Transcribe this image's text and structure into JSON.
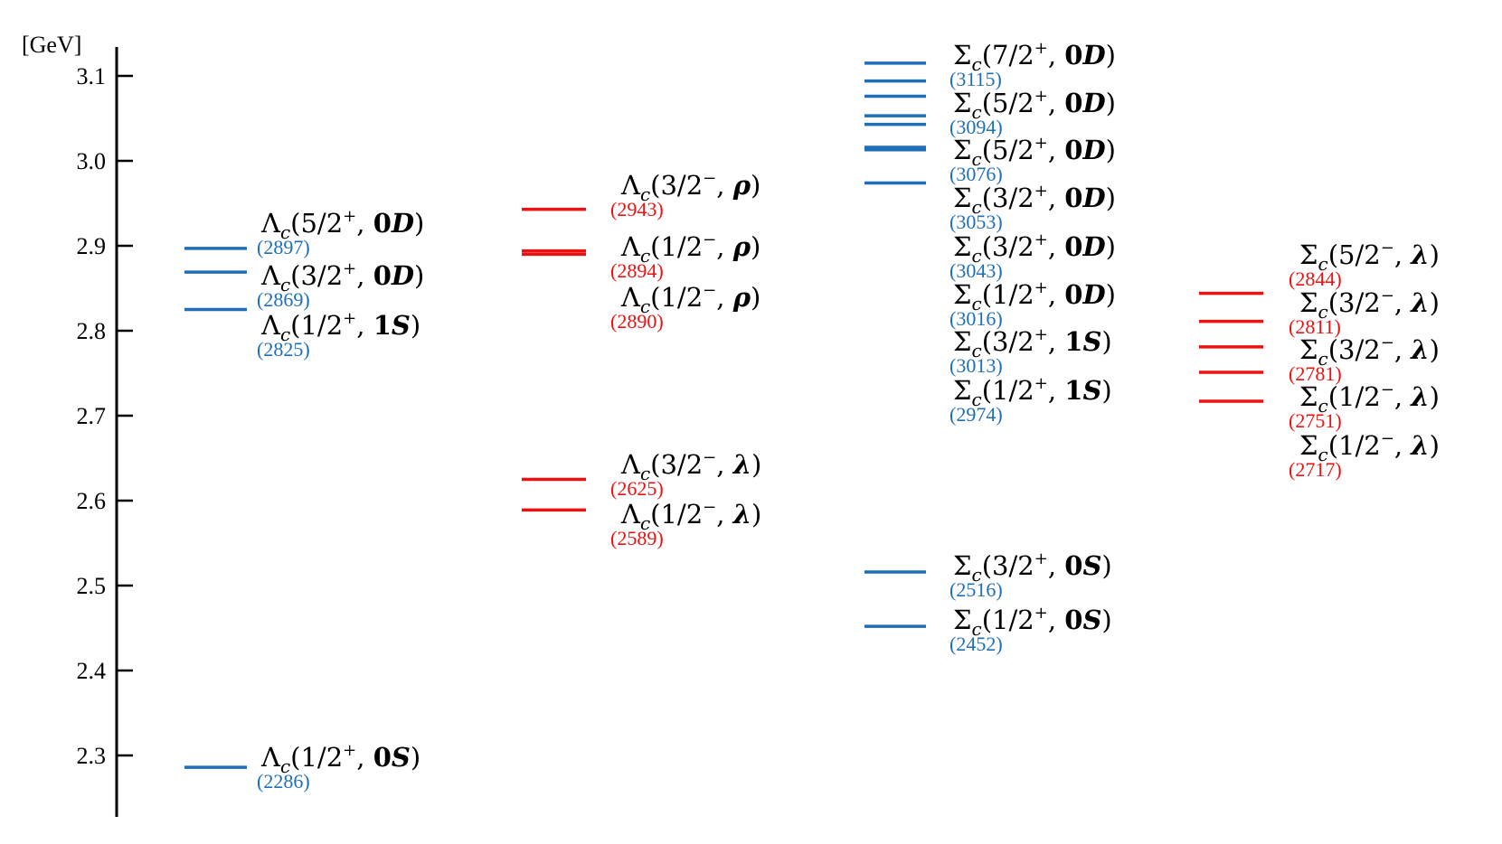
{
  "colors": {
    "positive_parity": "#1f6fb8",
    "negative_parity": "#ee1111",
    "axis": "#000000",
    "text": "#000000"
  },
  "chart_data": {
    "type": "level-diagram",
    "unit_label": "[GeV]",
    "ylim": [
      2.22,
      3.17
    ],
    "yticks": [
      {
        "value": 2.3,
        "label": "2.3"
      },
      {
        "value": 2.4,
        "label": "2.4"
      },
      {
        "value": 2.5,
        "label": "2.5"
      },
      {
        "value": 2.6,
        "label": "2.6"
      },
      {
        "value": 2.7,
        "label": "2.7"
      },
      {
        "value": 2.8,
        "label": "2.8"
      },
      {
        "value": 2.9,
        "label": "2.9"
      },
      {
        "value": 3.0,
        "label": "3.0"
      },
      {
        "value": 3.1,
        "label": "3.1"
      }
    ],
    "columns": [
      {
        "id": "lambda-positive",
        "baryon": "Λ",
        "parity": "positive",
        "states": [
          {
            "mass": 2.286,
            "mass_label": "(2286)",
            "jp": "1/2",
            "sign": "+",
            "mode": "0S"
          },
          {
            "mass": 2.825,
            "mass_label": "(2825)",
            "jp": "1/2",
            "sign": "+",
            "mode": "1S"
          },
          {
            "mass": 2.869,
            "mass_label": "(2869)",
            "jp": "3/2",
            "sign": "+",
            "mode": "0D"
          },
          {
            "mass": 2.897,
            "mass_label": "(2897)",
            "jp": "5/2",
            "sign": "+",
            "mode": "0D"
          }
        ]
      },
      {
        "id": "lambda-negative",
        "baryon": "Λ",
        "parity": "negative",
        "states": [
          {
            "mass": 2.589,
            "mass_label": "(2589)",
            "jp": "1/2",
            "sign": "−",
            "mode": "λ"
          },
          {
            "mass": 2.625,
            "mass_label": "(2625)",
            "jp": "3/2",
            "sign": "−",
            "mode": "λ"
          },
          {
            "mass": 2.89,
            "mass_label": "(2890)",
            "jp": "1/2",
            "sign": "−",
            "mode": "ρ"
          },
          {
            "mass": 2.894,
            "mass_label": "(2894)",
            "jp": "1/2",
            "sign": "−",
            "mode": "ρ"
          },
          {
            "mass": 2.943,
            "mass_label": "(2943)",
            "jp": "3/2",
            "sign": "−",
            "mode": "ρ"
          }
        ]
      },
      {
        "id": "sigma-positive",
        "baryon": "Σ",
        "parity": "positive",
        "states": [
          {
            "mass": 2.452,
            "mass_label": "(2452)",
            "jp": "1/2",
            "sign": "+",
            "mode": "0S"
          },
          {
            "mass": 2.516,
            "mass_label": "(2516)",
            "jp": "3/2",
            "sign": "+",
            "mode": "0S"
          },
          {
            "mass": 2.974,
            "mass_label": "(2974)",
            "jp": "1/2",
            "sign": "+",
            "mode": "1S"
          },
          {
            "mass": 3.013,
            "mass_label": "(3013)",
            "jp": "3/2",
            "sign": "+",
            "mode": "1S"
          },
          {
            "mass": 3.016,
            "mass_label": "(3016)",
            "jp": "1/2",
            "sign": "+",
            "mode": "0D"
          },
          {
            "mass": 3.043,
            "mass_label": "(3043)",
            "jp": "3/2",
            "sign": "+",
            "mode": "0D"
          },
          {
            "mass": 3.053,
            "mass_label": "(3053)",
            "jp": "3/2",
            "sign": "+",
            "mode": "0D"
          },
          {
            "mass": 3.076,
            "mass_label": "(3076)",
            "jp": "5/2",
            "sign": "+",
            "mode": "0D"
          },
          {
            "mass": 3.094,
            "mass_label": "(3094)",
            "jp": "5/2",
            "sign": "+",
            "mode": "0D"
          },
          {
            "mass": 3.115,
            "mass_label": "(3115)",
            "jp": "7/2",
            "sign": "+",
            "mode": "0D"
          }
        ]
      },
      {
        "id": "sigma-negative",
        "baryon": "Σ",
        "parity": "negative",
        "states": [
          {
            "mass": 2.717,
            "mass_label": "(2717)",
            "jp": "1/2",
            "sign": "−",
            "mode": "λ"
          },
          {
            "mass": 2.751,
            "mass_label": "(2751)",
            "jp": "1/2",
            "sign": "−",
            "mode": "λ"
          },
          {
            "mass": 2.781,
            "mass_label": "(2781)",
            "jp": "3/2",
            "sign": "−",
            "mode": "λ"
          },
          {
            "mass": 2.811,
            "mass_label": "(2811)",
            "jp": "3/2",
            "sign": "−",
            "mode": "λ"
          },
          {
            "mass": 2.844,
            "mass_label": "(2844)",
            "jp": "5/2",
            "sign": "−",
            "mode": "λ"
          }
        ]
      }
    ]
  }
}
